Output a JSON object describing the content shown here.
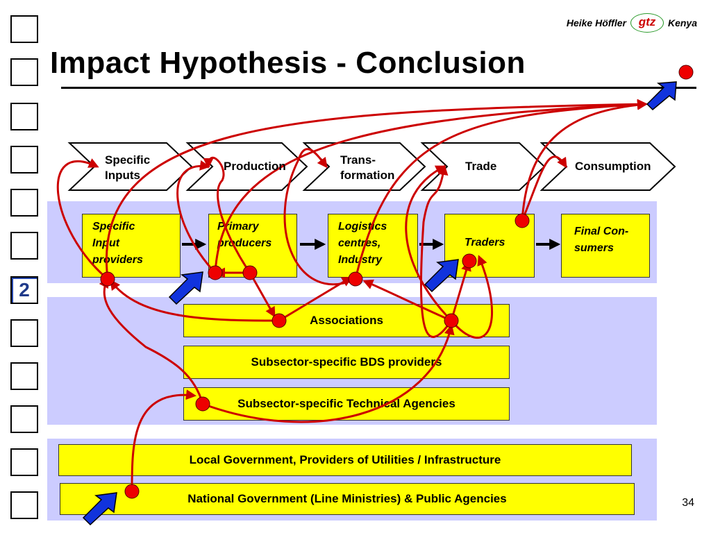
{
  "header": {
    "author": "Heike Höffler",
    "logo": "gtz",
    "country": "Kenya"
  },
  "title": "Impact Hypothesis - Conclusion",
  "nav": {
    "active_label": "2"
  },
  "chain": [
    "Specific Inputs",
    "Production",
    "Trans- formation",
    "Trade",
    "Consumption"
  ],
  "actors": {
    "inputs": "Specific Input providers",
    "primary": "Primary producers",
    "logistics": "Logistics centres, Industry",
    "traders": "Traders",
    "final": "Final Con- sumers"
  },
  "support": {
    "associations": "Associations",
    "bds": "Subsector-specific BDS providers",
    "technical": "Subsector-specific Technical Agencies"
  },
  "government": {
    "local": "Local Government, Providers of Utilities / Infrastructure",
    "national": "National Government  (Line Ministries) & Public Agencies"
  },
  "page_number": "34",
  "colors": {
    "band": "#ccccff",
    "box": "#ffff00",
    "arrow": "#cc0000",
    "entry_arrow": "#0033cc",
    "dot": "#ee0000"
  }
}
